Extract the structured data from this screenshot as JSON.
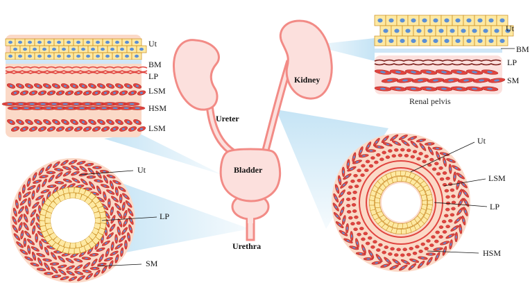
{
  "organs": {
    "kidney": "Kidney",
    "ureter": "Ureter",
    "bladder": "Bladder",
    "urethra": "Urethra"
  },
  "top_left_panel": {
    "labels": [
      "Ut",
      "BM",
      "LP",
      "LSM",
      "HSM",
      "LSM"
    ]
  },
  "top_right_panel": {
    "labels": [
      "Ut",
      "BM",
      "LP",
      "SM"
    ],
    "caption": "Renal pelvis"
  },
  "bottom_left_section": {
    "labels": [
      "Ut",
      "LP",
      "SM"
    ]
  },
  "bottom_right_section": {
    "labels": [
      "Ut",
      "LSM",
      "LP",
      "HSM"
    ]
  },
  "colors": {
    "organ_fill": "#fce0dd",
    "organ_stroke": "#f28b86",
    "tissue_bg": "#fbd9c7",
    "urothelium": "#fde9a3",
    "nucleus": "#5b8fd6",
    "muscle": "#e0443f",
    "basement": "#cfe6f6",
    "beam": "#bfe1f4"
  }
}
